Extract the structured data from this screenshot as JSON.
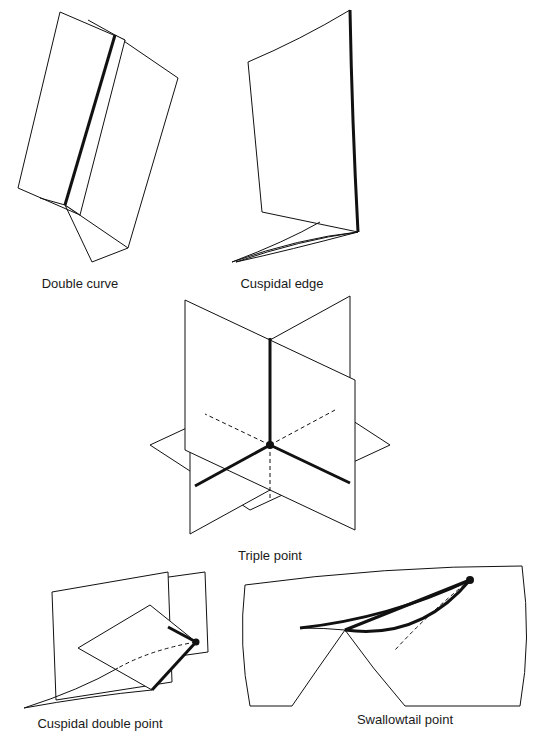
{
  "diagram": {
    "labels": [
      "Double curve",
      "Cuspidal edge",
      "Triple point",
      "Cuspidal double point",
      "Swallowtail point"
    ]
  }
}
